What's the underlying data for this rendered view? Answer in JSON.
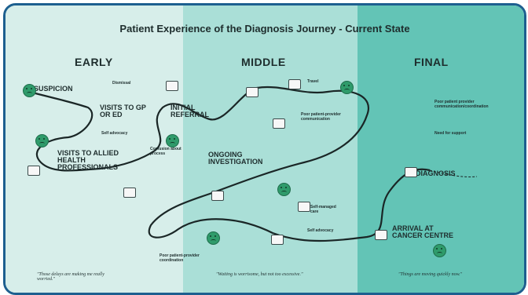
{
  "title": "Patient Experience of the Diagnosis Journey - Current State",
  "phases": {
    "early": "EARLY",
    "middle": "MIDDLE",
    "final": "FINAL"
  },
  "stages": {
    "suspicion": "SUSPICION",
    "visits_gp": "VISITS TO GP OR ED",
    "allied": "VISITS TO ALLIED HEALTH PROFESSIONALS",
    "initial_referral": "INITIAL REFERRAL",
    "ongoing": "ONGOING INVESTIGATION",
    "diagnosis": "DIAGNOSIS",
    "arrival": "ARRIVAL AT CANCER CENTRE"
  },
  "small_labels": {
    "dismissal": "Dismissal",
    "self_advocacy_1": "Self advocacy",
    "confusion": "Confusion about process",
    "travel": "Travel",
    "poor_comm": "Poor patient-provider communication",
    "self_managed": "Self-managed care",
    "self_advocacy_2": "Self advocacy",
    "poor_coord": "Poor patient-provider coordination",
    "need_support": "Need for support",
    "poor_comm_final": "Poor patient provider communication/coordination"
  },
  "bottom_quotes": {
    "early": "\"Those delays are making me really worried.\"",
    "middle": "\"Waiting is worrisome, but not too excessive.\"",
    "final": "\"Things are moving quickly now.\""
  }
}
